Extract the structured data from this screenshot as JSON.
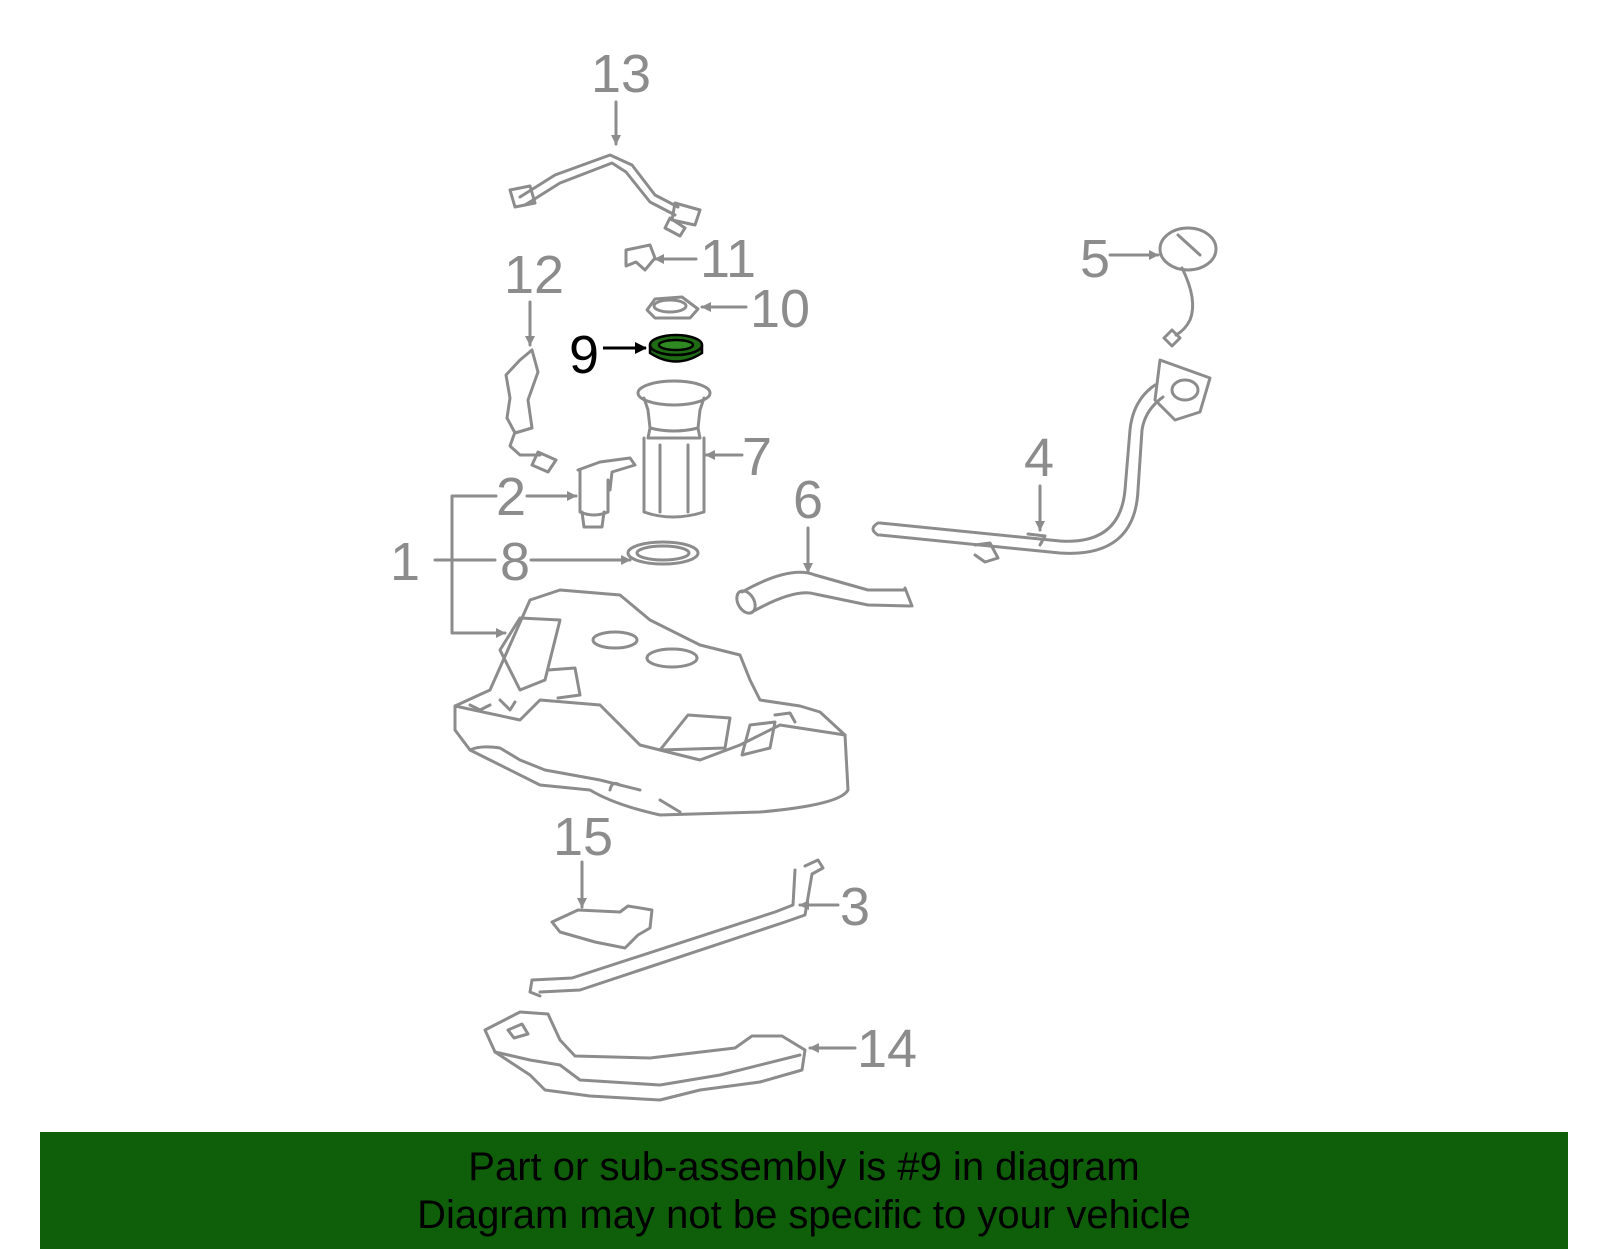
{
  "diagram": {
    "colors": {
      "line": "#8c8c8c",
      "highlight_fill": "#1f6b15",
      "highlight_stroke": "#000000",
      "banner": "#0f5e0a"
    },
    "callouts": {
      "c1": "1",
      "c2": "2",
      "c3": "3",
      "c4": "4",
      "c5": "5",
      "c6": "6",
      "c7": "7",
      "c8": "8",
      "c9": "9",
      "c10": "10",
      "c11": "11",
      "c12": "12",
      "c13": "13",
      "c14": "14",
      "c15": "15"
    },
    "highlighted_part": "9"
  },
  "banner": {
    "line1": "Part or sub-assembly is #9 in diagram",
    "line2": "Diagram may not be specific to your vehicle"
  }
}
